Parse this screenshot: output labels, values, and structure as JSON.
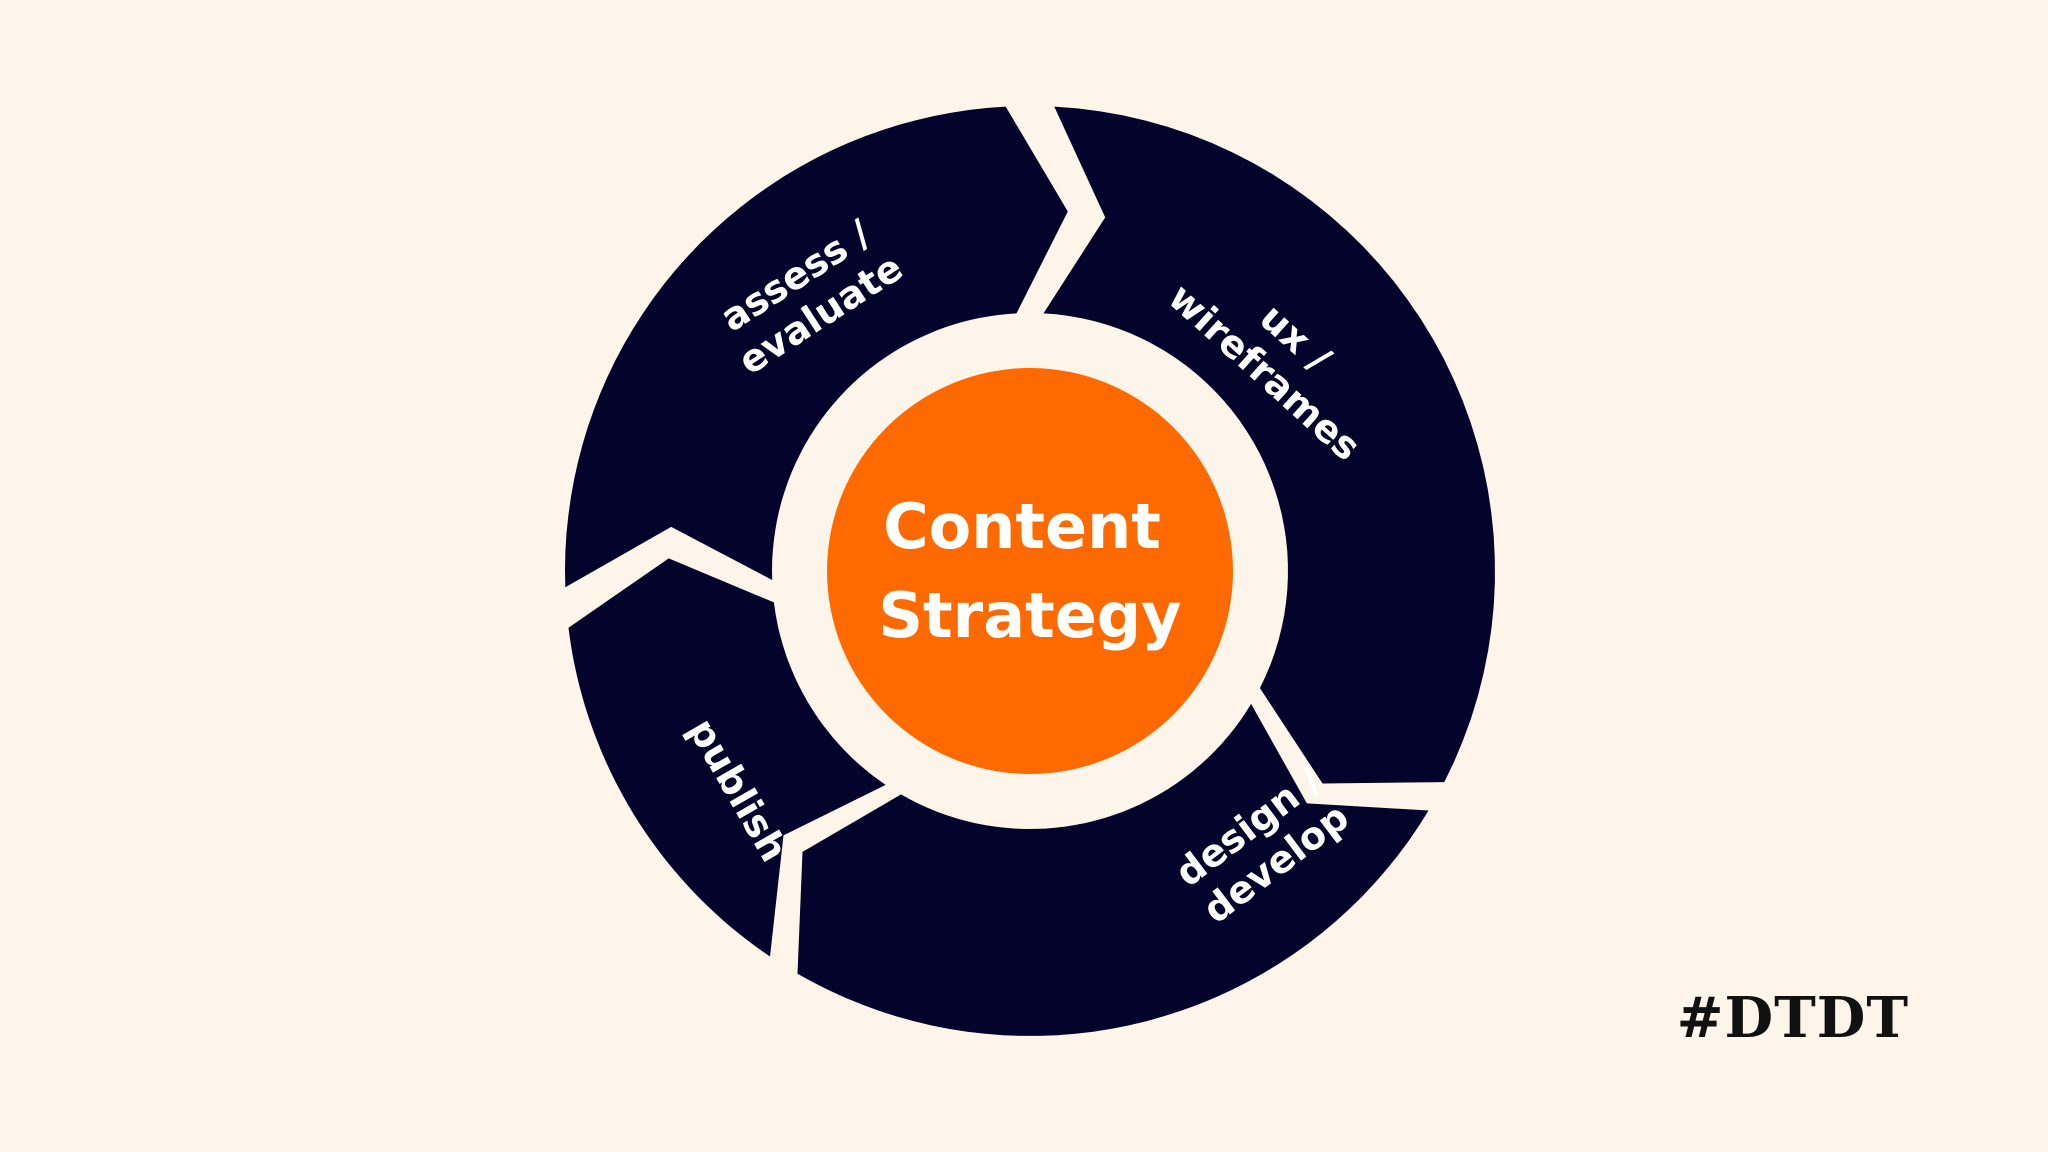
{
  "diagram": {
    "center": {
      "lines": [
        "Content",
        "Strategy"
      ],
      "color": "#ff6a00"
    },
    "ring_color": "#04032c",
    "background": "#fdf4ea",
    "segments": [
      {
        "id": "assess",
        "lines": [
          "assess /",
          "evaluate"
        ]
      },
      {
        "id": "ux",
        "lines": [
          "ux /",
          "wireframes"
        ]
      },
      {
        "id": "design",
        "lines": [
          "design /",
          "develop"
        ]
      },
      {
        "id": "publish",
        "lines": [
          "publish"
        ]
      }
    ]
  },
  "hashtag": "#DTDT"
}
